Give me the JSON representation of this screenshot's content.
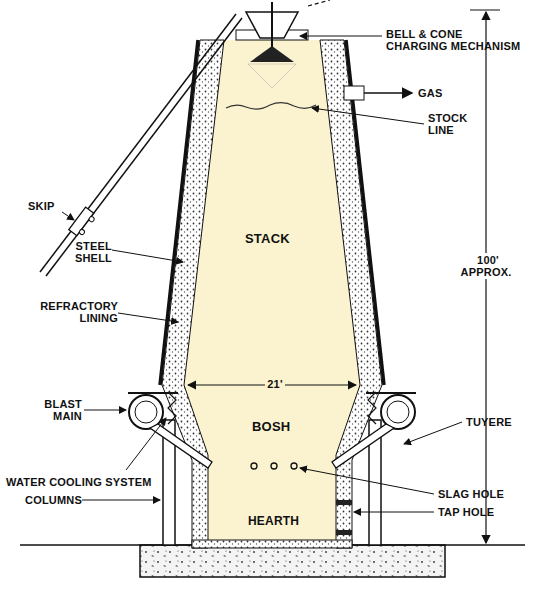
{
  "diagram": {
    "labels": [
      "BELL & CONE CHARGING MECHANISM",
      "GAS",
      "STOCK LINE",
      "SKIP",
      "STEEL SHELL",
      "STACK",
      "REFRACTORY LINING",
      "100' APPROX.",
      "21'",
      "BLAST MAIN",
      "BOSH",
      "TUYERE",
      "WATER COOLING SYSTEM",
      "SLAG HOLE",
      "COLUMNS",
      "TAP HOLE",
      "HEARTH"
    ]
  }
}
